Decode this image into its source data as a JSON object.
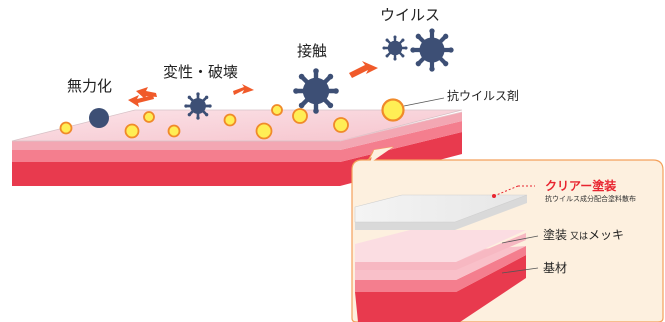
{
  "labels": {
    "virus": "ウイルス",
    "contact": "接触",
    "denature": "変性・破壊",
    "inactivate": "無力化",
    "antiviral_agent": "抗ウイルス剤",
    "clear_coat": "クリアー塗装",
    "clear_coat_sub": "抗ウイルス成分配合塗料散布",
    "paint_main": "塗装",
    "paint_small": "又は",
    "paint_plating": "メッキ",
    "substrate": "基材"
  },
  "colors": {
    "virus": "#3d4f75",
    "particle_fill": "#ffee55",
    "particle_edge": "#f08a2a",
    "arrow": "#f05a2a",
    "layer_top": "#e8a0ad",
    "layer_mid": "#f47e8e",
    "layer_bottom": "#e83a4e",
    "callout_bg": "#fdf0df",
    "callout_border": "#f4a15c",
    "label_red": "#e8242f"
  }
}
